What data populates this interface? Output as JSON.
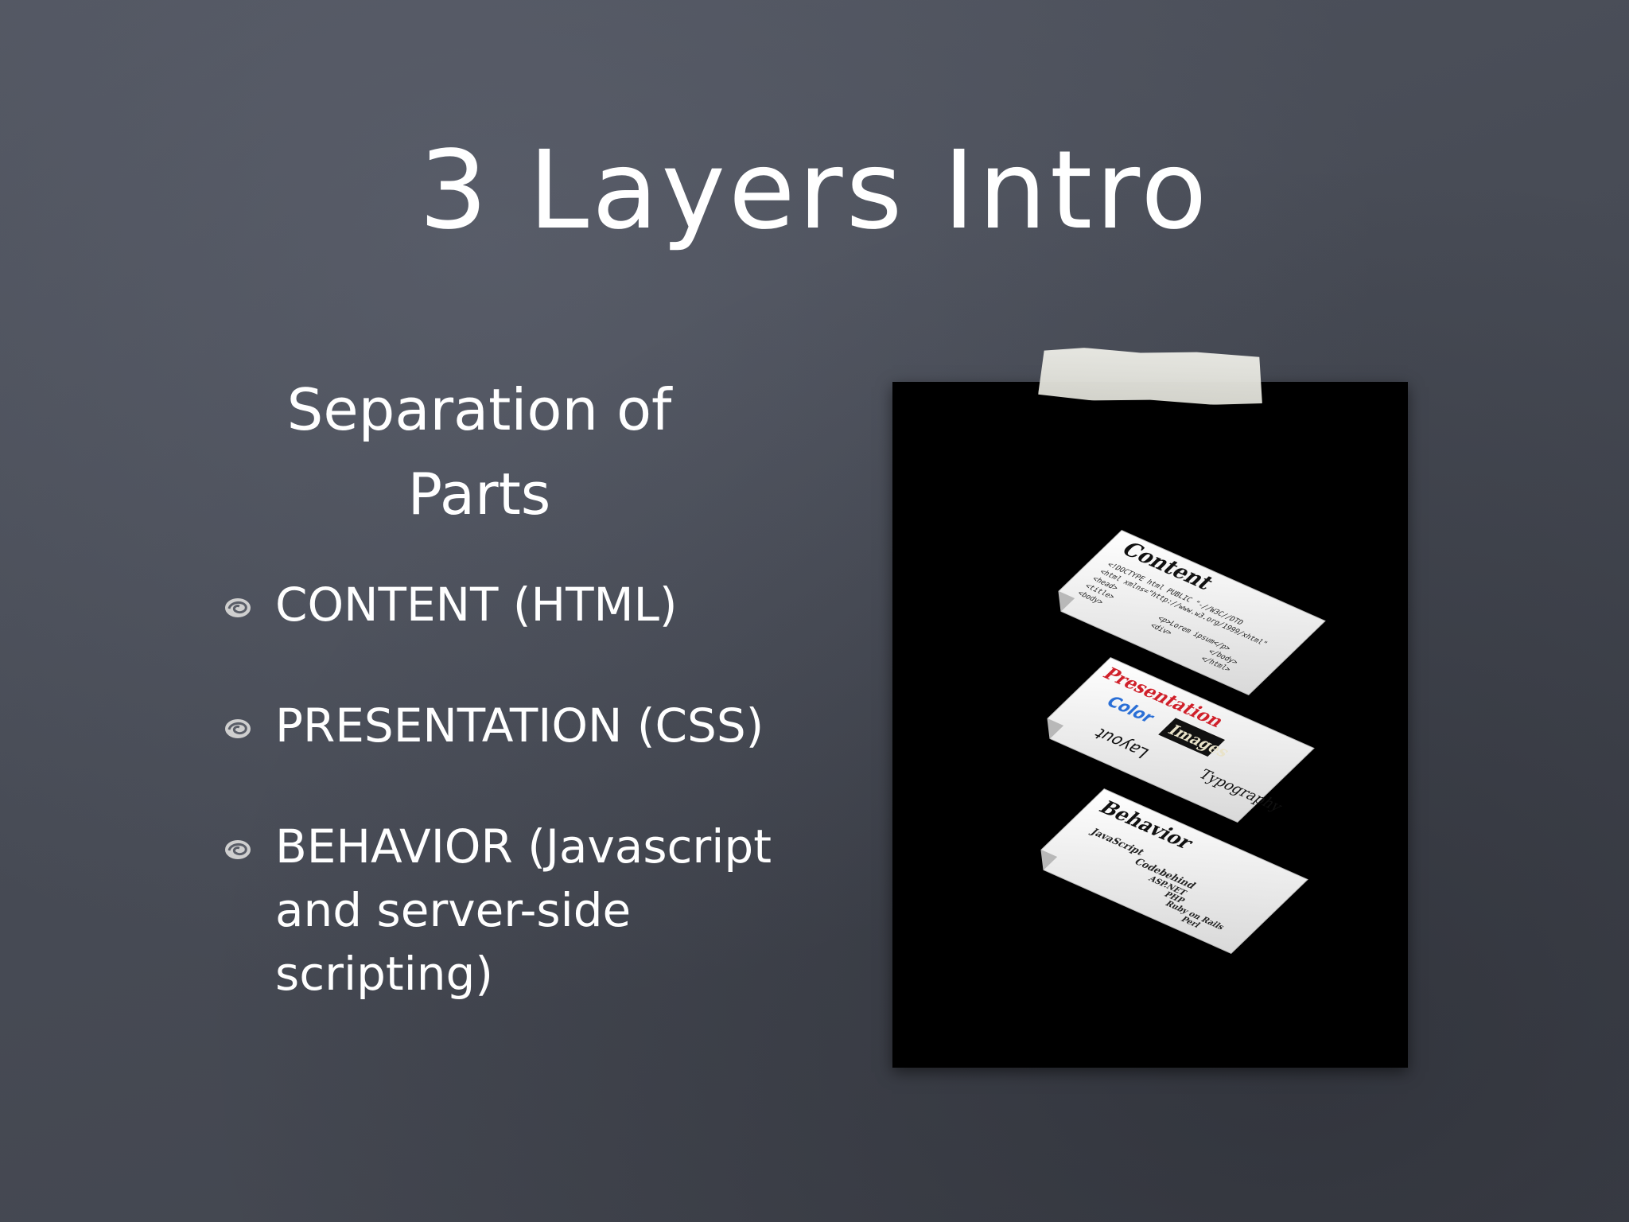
{
  "slide": {
    "title": "3 Layers Intro",
    "subtitle_line1": "Separation of",
    "subtitle_line2": "Parts"
  },
  "bullets": [
    {
      "text": "CONTENT (HTML)"
    },
    {
      "text": "PRESENTATION (CSS)"
    },
    {
      "lines": [
        "BEHAVIOR (Javascript",
        "and server-side",
        "scripting)"
      ]
    }
  ],
  "image": {
    "cards": [
      {
        "heading": "Content",
        "lines": [
          "<!DOCTYPE html PUBLIC \"-//W3C//DTD",
          "<html xmlns=\"http://www.w3.org/1999/xhtml\"",
          "<head>",
          "<title>",
          "<body>",
          "<p>Lorem ipsum</p>",
          "<div>",
          "</body>",
          "</html>"
        ]
      },
      {
        "heading": "Presentation",
        "words": [
          "Color",
          "Images",
          "Typography",
          "Layout"
        ]
      },
      {
        "heading": "Behavior",
        "lines": [
          "JavaScript",
          "Codebehind",
          "ASP.NET",
          "PHP",
          "Ruby on Rails",
          "Perl"
        ]
      }
    ]
  },
  "colors": {
    "background": "#4a4e58",
    "text": "#ffffff",
    "presentation_heading": "#d0202a",
    "images_label_bg": "#111111"
  },
  "icons": {
    "bullet": "swirl-bullet-icon"
  }
}
